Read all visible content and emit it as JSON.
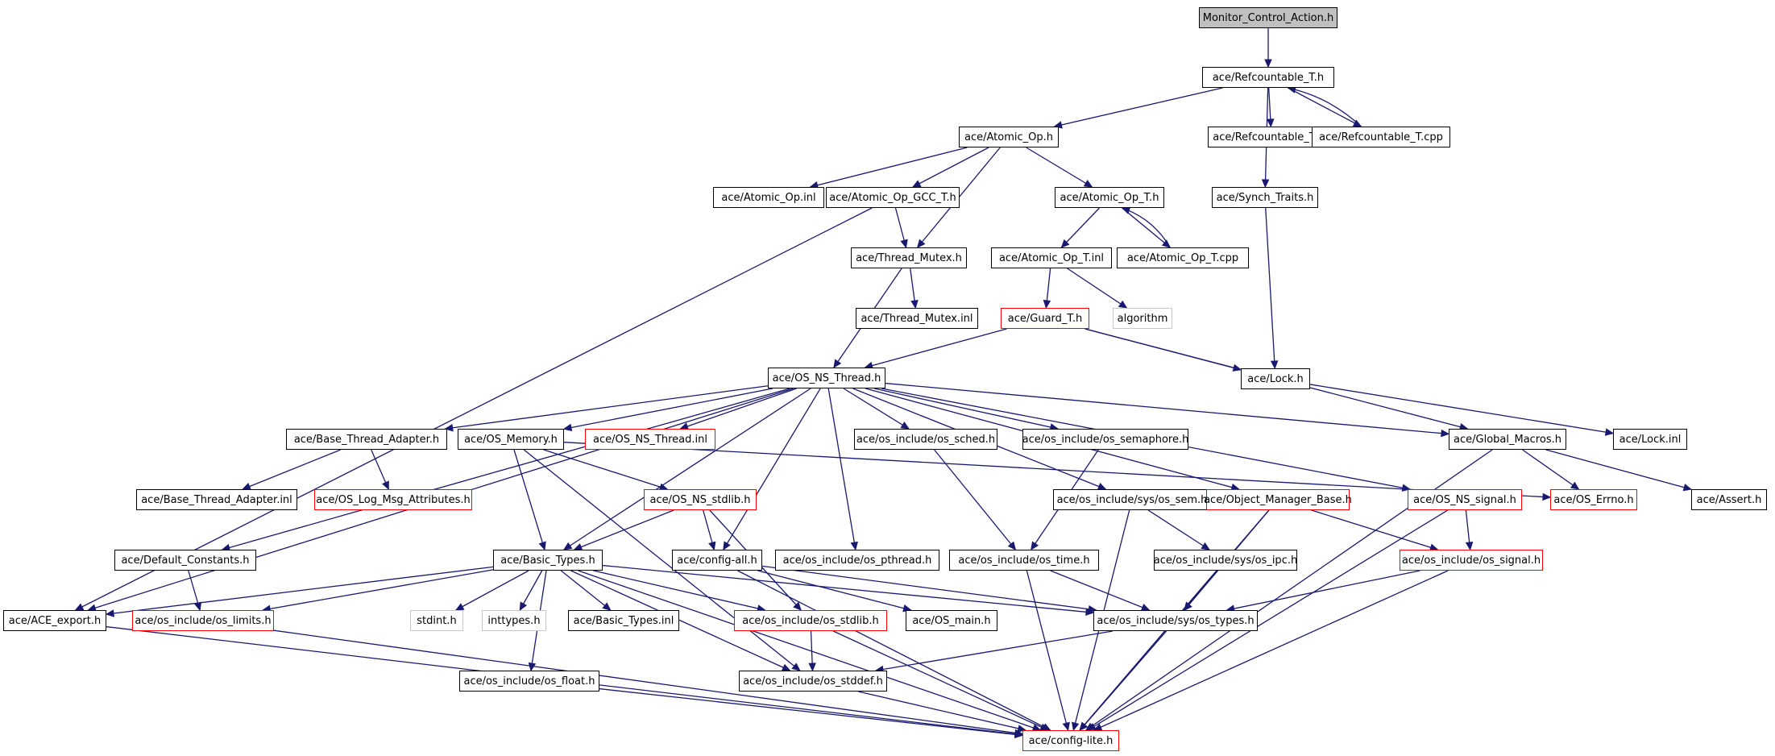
{
  "graph": {
    "edge_color": "#191970",
    "colors": {
      "normal": "#000000",
      "truncated": "#ff0000",
      "external": "#c8c8c8",
      "root_fill": "#c0c0c0"
    },
    "nodes": [
      {
        "id": "root",
        "label": "Monitor_Control_Action.h",
        "kind": "root"
      },
      {
        "id": "refc_h",
        "label": "ace/Refcountable_T.h",
        "kind": "normal"
      },
      {
        "id": "atomic_op_h",
        "label": "ace/Atomic_Op.h",
        "kind": "normal"
      },
      {
        "id": "refc_inl",
        "label": "ace/Refcountable_T.inl",
        "kind": "normal"
      },
      {
        "id": "refc_cpp",
        "label": "ace/Refcountable_T.cpp",
        "kind": "normal"
      },
      {
        "id": "atomic_op_inl",
        "label": "ace/Atomic_Op.inl",
        "kind": "normal"
      },
      {
        "id": "atomic_gcc",
        "label": "ace/Atomic_Op_GCC_T.h",
        "kind": "normal"
      },
      {
        "id": "atomic_op_t_h",
        "label": "ace/Atomic_Op_T.h",
        "kind": "normal"
      },
      {
        "id": "synch_traits",
        "label": "ace/Synch_Traits.h",
        "kind": "normal"
      },
      {
        "id": "thread_mutex_h",
        "label": "ace/Thread_Mutex.h",
        "kind": "normal"
      },
      {
        "id": "atomic_op_t_inl",
        "label": "ace/Atomic_Op_T.inl",
        "kind": "normal"
      },
      {
        "id": "atomic_op_t_cpp",
        "label": "ace/Atomic_Op_T.cpp",
        "kind": "normal"
      },
      {
        "id": "thread_mutex_inl",
        "label": "ace/Thread_Mutex.inl",
        "kind": "normal"
      },
      {
        "id": "guard_t",
        "label": "ace/Guard_T.h",
        "kind": "truncated"
      },
      {
        "id": "algorithm",
        "label": "algorithm",
        "kind": "external"
      },
      {
        "id": "os_ns_thread_h",
        "label": "ace/OS_NS_Thread.h",
        "kind": "normal"
      },
      {
        "id": "lock_h",
        "label": "ace/Lock.h",
        "kind": "normal"
      },
      {
        "id": "base_thread_adapter",
        "label": "ace/Base_Thread_Adapter.h",
        "kind": "normal"
      },
      {
        "id": "os_memory",
        "label": "ace/OS_Memory.h",
        "kind": "normal"
      },
      {
        "id": "os_ns_thread_inl",
        "label": "ace/OS_NS_Thread.inl",
        "kind": "truncated"
      },
      {
        "id": "os_sched",
        "label": "ace/os_include/os_sched.h",
        "kind": "normal"
      },
      {
        "id": "os_semaphore",
        "label": "ace/os_include/os_semaphore.h",
        "kind": "normal"
      },
      {
        "id": "global_macros",
        "label": "ace/Global_Macros.h",
        "kind": "normal"
      },
      {
        "id": "lock_inl",
        "label": "ace/Lock.inl",
        "kind": "normal"
      },
      {
        "id": "base_thread_adapter_inl",
        "label": "ace/Base_Thread_Adapter.inl",
        "kind": "normal"
      },
      {
        "id": "os_log_msg",
        "label": "ace/OS_Log_Msg_Attributes.h",
        "kind": "truncated"
      },
      {
        "id": "os_ns_stdlib_h",
        "label": "ace/OS_NS_stdlib.h",
        "kind": "truncated"
      },
      {
        "id": "sys_os_sem",
        "label": "ace/os_include/sys/os_sem.h",
        "kind": "normal"
      },
      {
        "id": "object_manager_base",
        "label": "ace/Object_Manager_Base.h",
        "kind": "truncated"
      },
      {
        "id": "os_ns_signal",
        "label": "ace/OS_NS_signal.h",
        "kind": "truncated"
      },
      {
        "id": "os_errno",
        "label": "ace/OS_Errno.h",
        "kind": "truncated"
      },
      {
        "id": "assert_h",
        "label": "ace/Assert.h",
        "kind": "normal"
      },
      {
        "id": "default_constants",
        "label": "ace/Default_Constants.h",
        "kind": "normal"
      },
      {
        "id": "basic_types_h",
        "label": "ace/Basic_Types.h",
        "kind": "normal"
      },
      {
        "id": "config_all",
        "label": "ace/config-all.h",
        "kind": "normal"
      },
      {
        "id": "os_pthread",
        "label": "ace/os_include/os_pthread.h",
        "kind": "normal"
      },
      {
        "id": "os_time",
        "label": "ace/os_include/os_time.h",
        "kind": "normal"
      },
      {
        "id": "sys_os_ipc",
        "label": "ace/os_include/sys/os_ipc.h",
        "kind": "normal"
      },
      {
        "id": "os_signal_inc",
        "label": "ace/os_include/os_signal.h",
        "kind": "truncated"
      },
      {
        "id": "ace_export",
        "label": "ace/ACE_export.h",
        "kind": "normal"
      },
      {
        "id": "os_limits",
        "label": "ace/os_include/os_limits.h",
        "kind": "truncated"
      },
      {
        "id": "stdint",
        "label": "stdint.h",
        "kind": "external"
      },
      {
        "id": "inttypes",
        "label": "inttypes.h",
        "kind": "external"
      },
      {
        "id": "basic_types_inl",
        "label": "ace/Basic_Types.inl",
        "kind": "normal"
      },
      {
        "id": "os_stdlib_inc",
        "label": "ace/os_include/os_stdlib.h",
        "kind": "truncated"
      },
      {
        "id": "os_main",
        "label": "ace/OS_main.h",
        "kind": "normal"
      },
      {
        "id": "sys_os_types",
        "label": "ace/os_include/sys/os_types.h",
        "kind": "normal"
      },
      {
        "id": "os_float",
        "label": "ace/os_include/os_float.h",
        "kind": "normal"
      },
      {
        "id": "os_stddef",
        "label": "ace/os_include/os_stddef.h",
        "kind": "normal"
      },
      {
        "id": "config_lite",
        "label": "ace/config-lite.h",
        "kind": "truncated"
      }
    ],
    "edges": [
      [
        "root",
        "refc_h"
      ],
      [
        "refc_h",
        "atomic_op_h"
      ],
      [
        "refc_h",
        "refc_inl"
      ],
      [
        "refc_h",
        "refc_cpp"
      ],
      [
        "refc_h",
        "synch_traits"
      ],
      [
        "refc_cpp",
        "refc_h"
      ],
      [
        "atomic_op_h",
        "atomic_op_inl"
      ],
      [
        "atomic_op_h",
        "atomic_gcc"
      ],
      [
        "atomic_op_h",
        "atomic_op_t_h"
      ],
      [
        "atomic_op_h",
        "thread_mutex_h"
      ],
      [
        "atomic_gcc",
        "thread_mutex_h"
      ],
      [
        "atomic_gcc",
        "ace_export"
      ],
      [
        "atomic_op_t_h",
        "atomic_op_t_inl"
      ],
      [
        "atomic_op_t_h",
        "atomic_op_t_cpp"
      ],
      [
        "atomic_op_t_cpp",
        "atomic_op_t_h"
      ],
      [
        "synch_traits",
        "lock_h"
      ],
      [
        "thread_mutex_h",
        "thread_mutex_inl"
      ],
      [
        "thread_mutex_h",
        "os_ns_thread_h"
      ],
      [
        "atomic_op_t_inl",
        "guard_t"
      ],
      [
        "atomic_op_t_inl",
        "algorithm"
      ],
      [
        "guard_t",
        "os_ns_thread_h"
      ],
      [
        "guard_t",
        "lock_h"
      ],
      [
        "guard_t",
        "global_macros"
      ],
      [
        "lock_h",
        "lock_inl"
      ],
      [
        "os_ns_thread_h",
        "base_thread_adapter"
      ],
      [
        "os_ns_thread_h",
        "os_memory"
      ],
      [
        "os_ns_thread_h",
        "os_ns_thread_inl"
      ],
      [
        "os_ns_thread_h",
        "os_sched"
      ],
      [
        "os_ns_thread_h",
        "os_semaphore"
      ],
      [
        "os_ns_thread_h",
        "global_macros"
      ],
      [
        "os_ns_thread_h",
        "sys_os_sem"
      ],
      [
        "os_ns_thread_h",
        "object_manager_base"
      ],
      [
        "os_ns_thread_h",
        "os_ns_signal"
      ],
      [
        "os_ns_thread_h",
        "default_constants"
      ],
      [
        "os_ns_thread_h",
        "ace_export"
      ],
      [
        "os_ns_thread_h",
        "basic_types_h"
      ],
      [
        "os_ns_thread_h",
        "config_all"
      ],
      [
        "os_ns_thread_h",
        "os_pthread"
      ],
      [
        "base_thread_adapter",
        "base_thread_adapter_inl"
      ],
      [
        "base_thread_adapter",
        "os_log_msg"
      ],
      [
        "os_memory",
        "os_ns_stdlib_h"
      ],
      [
        "os_memory",
        "basic_types_h"
      ],
      [
        "os_memory",
        "os_errno"
      ],
      [
        "os_memory",
        "os_stddef"
      ],
      [
        "os_sched",
        "os_time"
      ],
      [
        "os_semaphore",
        "os_time"
      ],
      [
        "global_macros",
        "os_errno"
      ],
      [
        "global_macros",
        "assert_h"
      ],
      [
        "global_macros",
        "config_lite"
      ],
      [
        "os_ns_stdlib_h",
        "basic_types_h"
      ],
      [
        "os_ns_stdlib_h",
        "config_all"
      ],
      [
        "os_ns_stdlib_h",
        "os_stdlib_inc"
      ],
      [
        "sys_os_sem",
        "sys_os_ipc"
      ],
      [
        "sys_os_sem",
        "config_lite"
      ],
      [
        "object_manager_base",
        "sys_os_types"
      ],
      [
        "object_manager_base",
        "os_signal_inc"
      ],
      [
        "object_manager_base",
        "config_lite"
      ],
      [
        "os_ns_signal",
        "os_signal_inc"
      ],
      [
        "os_ns_signal",
        "config_lite"
      ],
      [
        "default_constants",
        "os_limits"
      ],
      [
        "basic_types_h",
        "ace_export"
      ],
      [
        "basic_types_h",
        "os_limits"
      ],
      [
        "basic_types_h",
        "stdint"
      ],
      [
        "basic_types_h",
        "inttypes"
      ],
      [
        "basic_types_h",
        "basic_types_inl"
      ],
      [
        "basic_types_h",
        "os_stdlib_inc"
      ],
      [
        "basic_types_h",
        "sys_os_types"
      ],
      [
        "basic_types_h",
        "os_float"
      ],
      [
        "basic_types_h",
        "os_stddef"
      ],
      [
        "basic_types_h",
        "config_lite"
      ],
      [
        "config_all",
        "os_main"
      ],
      [
        "config_all",
        "sys_os_types"
      ],
      [
        "config_all",
        "config_lite"
      ],
      [
        "os_time",
        "sys_os_types"
      ],
      [
        "os_time",
        "config_lite"
      ],
      [
        "sys_os_ipc",
        "sys_os_types"
      ],
      [
        "sys_os_ipc",
        "config_lite"
      ],
      [
        "os_signal_inc",
        "sys_os_types"
      ],
      [
        "os_signal_inc",
        "config_lite"
      ],
      [
        "ace_export",
        "config_lite"
      ],
      [
        "os_limits",
        "config_lite"
      ],
      [
        "os_stdlib_inc",
        "os_stddef"
      ],
      [
        "os_stdlib_inc",
        "config_lite"
      ],
      [
        "sys_os_types",
        "os_stddef"
      ],
      [
        "sys_os_types",
        "config_lite"
      ],
      [
        "os_float",
        "config_lite"
      ],
      [
        "os_stddef",
        "config_lite"
      ]
    ]
  }
}
